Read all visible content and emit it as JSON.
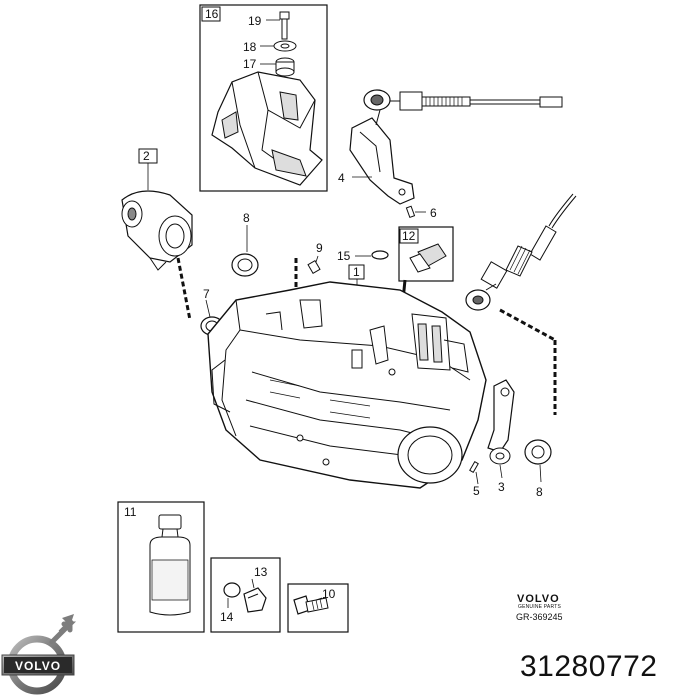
{
  "callouts": {
    "c1": "1",
    "c2": "2",
    "c3": "3",
    "c4": "4",
    "c5": "5",
    "c6": "6",
    "c7": "7",
    "c8a": "8",
    "c8b": "8",
    "c9": "9",
    "c10": "10",
    "c11": "11",
    "c12": "12",
    "c13": "13",
    "c14": "14",
    "c15": "15",
    "c16": "16",
    "c17": "17",
    "c18": "18",
    "c19": "19"
  },
  "brand": {
    "logo_text": "VOLVO",
    "small_logo": "VOLVO",
    "genuine": "GENUINE PARTS",
    "ref_code": "GR-369245",
    "part_number": "31280772"
  },
  "colors": {
    "ink": "#111111",
    "paper": "#ffffff",
    "shade": "#cfcfcf",
    "logo_steel": "#7d7d7d"
  },
  "icons": [
    "volvo-logo-icon"
  ]
}
